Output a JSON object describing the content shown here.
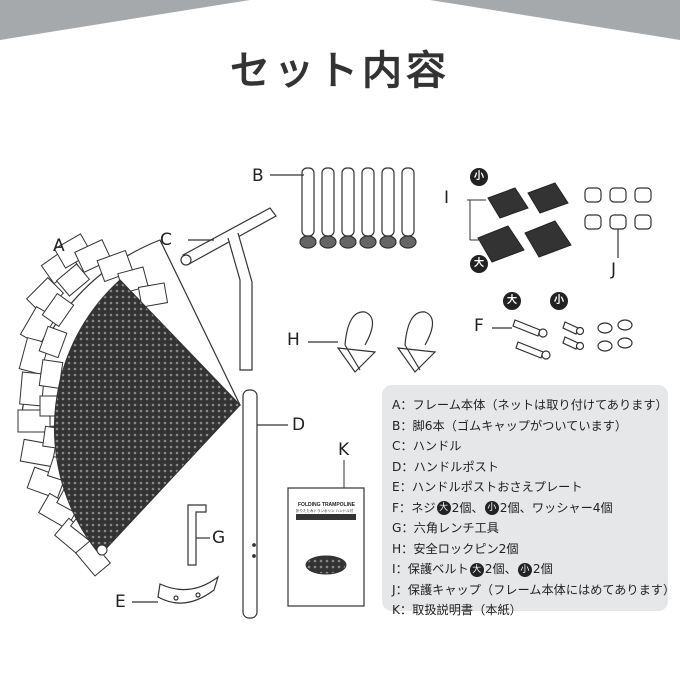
{
  "title": "セット内容",
  "parts": {
    "a": "A",
    "b": "B",
    "c": "C",
    "d": "D",
    "e": "E",
    "f": "F",
    "g": "G",
    "h": "H",
    "i": "I",
    "j": "J",
    "k": "K"
  },
  "badges": {
    "large": "大",
    "small": "小"
  },
  "manual": {
    "title": "FOLDING TRAMPOLINE",
    "subtitle": "折りたたみトランポリン ハンドル付"
  },
  "legend": {
    "row_a": "A：フレーム本体（ネットは取り付けてあります）",
    "row_b": "B：脚6本（ゴムキャップがついています）",
    "row_c": "C：ハンドル",
    "row_d": "D：ハンドルポスト",
    "row_e": "E：ハンドルポストおさえプレート",
    "row_f_1": "F：ネジ",
    "row_f_2": "2個、",
    "row_f_3": "2個、ワッシャー4個",
    "row_g": "G：六角レンチ工具",
    "row_h": "H：安全ロックピン2個",
    "row_i_1": "I：保護ベルト",
    "row_i_2": "2個、",
    "row_i_3": "2個",
    "row_j": "J：保護キャップ（フレーム本体にはめてあります）",
    "row_k": "K：取扱説明書（本紙）"
  },
  "colors": {
    "band": "#a6a9ac",
    "legend_bg": "#e6e7e8",
    "badge": "#222222"
  }
}
